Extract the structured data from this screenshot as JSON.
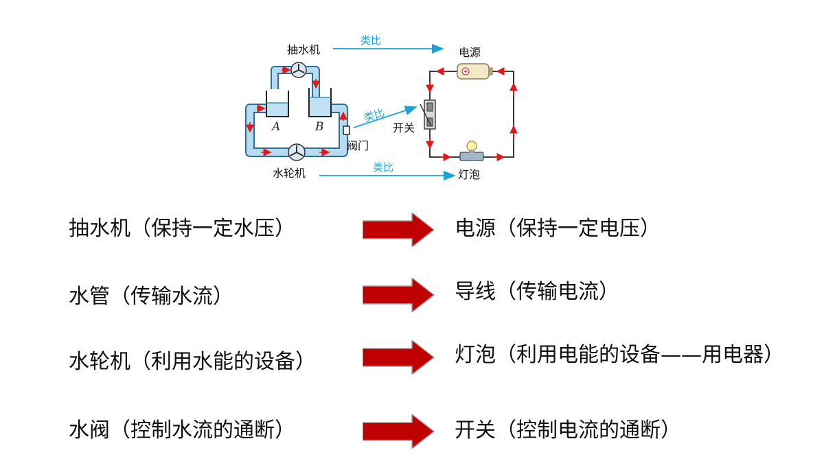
{
  "diagram": {
    "pump_label": "抽水机",
    "turbine_label": "水轮机",
    "valve_label": "阀门",
    "container_a": "A",
    "container_b": "B",
    "power_source_label": "电源",
    "switch_label": "开关",
    "bulb_label": "灯泡",
    "analogy_label": "类比"
  },
  "rows": [
    {
      "left": "抽水机（保持一定水压）",
      "right": "电源（保持一定电压）"
    },
    {
      "left": "水管（传输水流）",
      "right": "导线（传输电流）"
    },
    {
      "left": "水轮机（利用水能的设备）",
      "right": "灯泡（利用电能的设备——用电器）"
    },
    {
      "left": "水阀（控制水流的通断）",
      "right": "开关（控制电流的通断）"
    }
  ],
  "colors": {
    "pipe": "#b8dcef",
    "flow_arrow": "#e01818",
    "analogy_arrow": "#1aa3d8",
    "big_arrow": "#c00000"
  }
}
